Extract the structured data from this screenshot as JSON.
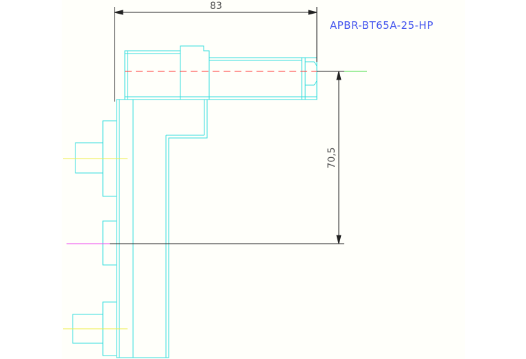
{
  "drawing": {
    "part_number": "APBR-BT65A-25-HP",
    "dim_width": "83",
    "dim_height": "70,5"
  },
  "colors": {
    "outline": "#33dddd",
    "dimension": "#222222",
    "centerline_red": "#ff3333",
    "centerline_yellow": "#eeee44",
    "centerline_green": "#44dd44",
    "centerline_magenta": "#ee44ee",
    "part_text": "#4455ee",
    "sheet_background": "#fffffa"
  }
}
